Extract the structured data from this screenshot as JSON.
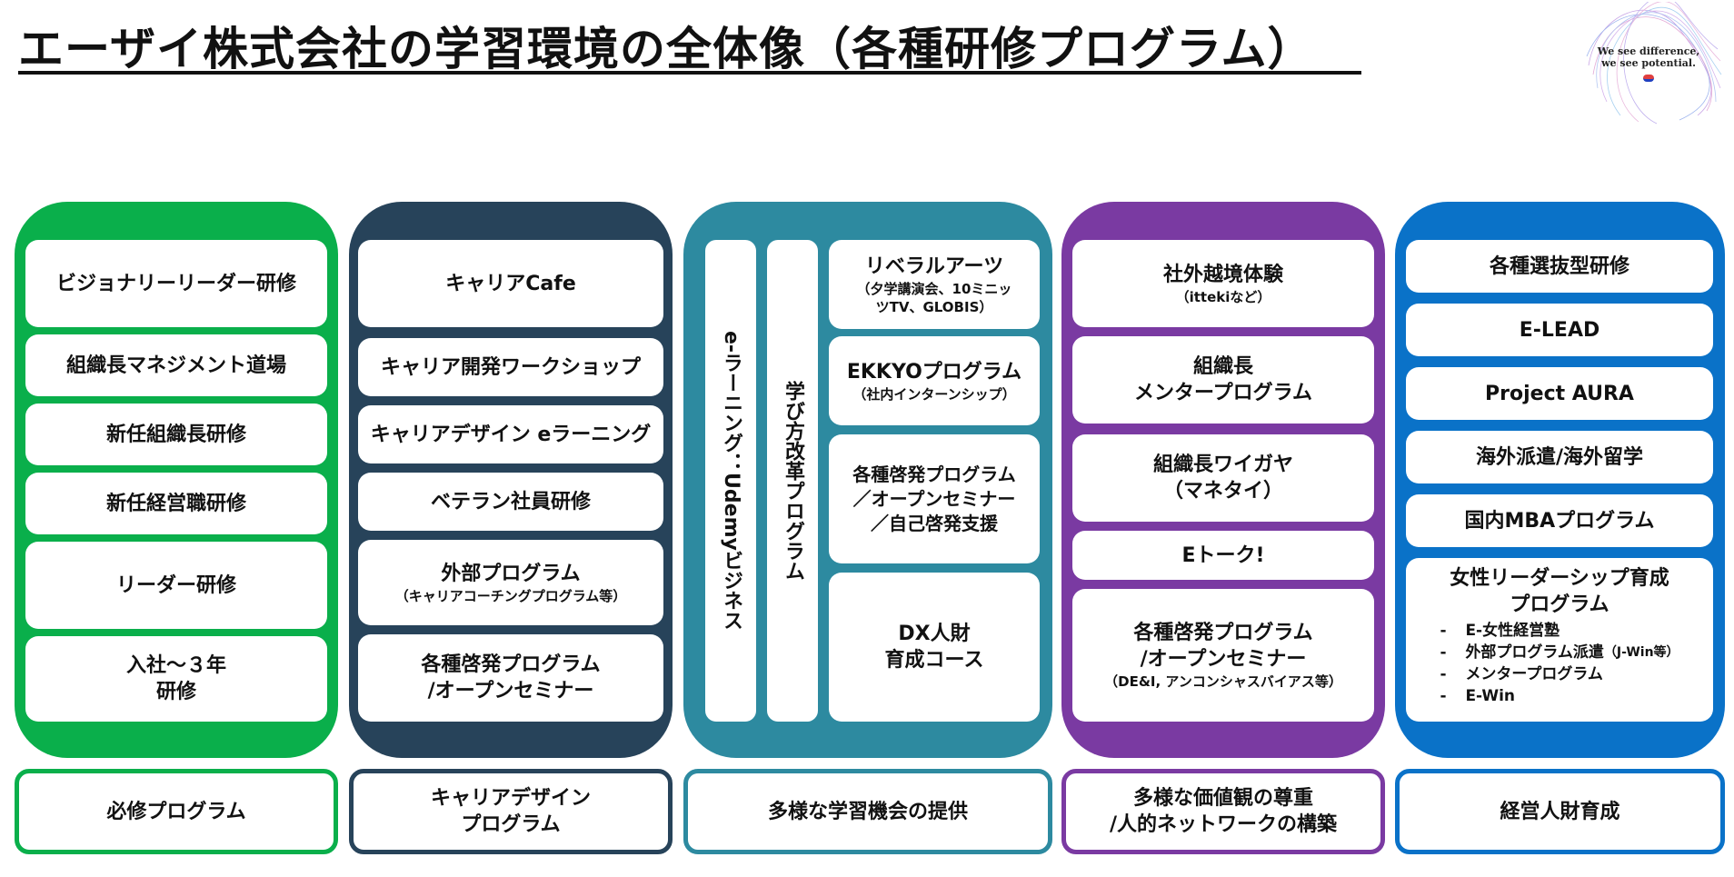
{
  "title": "エーザイ株式会社の学習環境の全体像（各種研修プログラム）",
  "logo": {
    "line1": "We see difference,",
    "line2": "we see potential."
  },
  "columns": {
    "green": {
      "cards": [
        "ビジョナリーリーダー研修",
        "組織長マネジメント道場",
        "新任組織長研修",
        "新任経営職研修",
        "リーダー研修"
      ],
      "entry": {
        "line1": "入社～３年",
        "line2": "研修"
      },
      "footer": "必修プログラム"
    },
    "navy": {
      "cards": [
        "キャリアCafe",
        "キャリア開発ワークショップ",
        "キャリアデザイン eラーニング",
        "ベテラン社員研修"
      ],
      "external": {
        "title": "外部プログラム",
        "sub": "（キャリアコーチングプログラム等）"
      },
      "enlight": {
        "line1": "各種啓発プログラム",
        "line2": "/オープンセミナー"
      },
      "footer": {
        "line1": "キャリアデザイン",
        "line2": "プログラム"
      }
    },
    "teal": {
      "vertical1": "e-ラーニング：Udemyビジネス",
      "vertical2": "学び方改革プログラム",
      "liberal": {
        "title": "リベラルアーツ",
        "sub1": "（夕学講演会、10ミニッ",
        "sub2": "ツTV、GLOBIS）"
      },
      "ekkyo": {
        "title": "EKKYOプログラム",
        "sub": "（社内インターンシップ）"
      },
      "enlight": {
        "line1": "各種啓発プログラム",
        "line2": "／オープンセミナー",
        "line3": "／自己啓発支援"
      },
      "dx": {
        "line1": "DX人財",
        "line2": "育成コース"
      },
      "footer": "多様な学習機会の提供"
    },
    "purple": {
      "ekkyo": {
        "title": "社外越境体験",
        "sub": "（ittekiなど）"
      },
      "mentor": {
        "line1": "組織長",
        "line2": "メンタープログラム"
      },
      "waigaya": {
        "line1": "組織長ワイガヤ",
        "line2": "（マネタイ）"
      },
      "etalk": "Eトーク!",
      "enlight": {
        "line1": "各種啓発プログラム",
        "line2": "/オープンセミナー",
        "sub": "（DE&I, アンコンシャスバイアス等）"
      },
      "footer": {
        "line1": "多様な価値観の尊重",
        "line2": "/人的ネットワークの構築"
      }
    },
    "blue": {
      "cards": [
        "各種選抜型研修",
        "E-LEAD",
        "Project AURA",
        "海外派遣/海外留学",
        "国内MBAプログラム"
      ],
      "women": {
        "line1": "女性リーダーシップ育成",
        "line2": "プログラム",
        "bullets": [
          {
            "dash": "-",
            "text": "E-女性経営塾",
            "note": ""
          },
          {
            "dash": "-",
            "text": "外部プログラム派遣",
            "note": "（J-Win等）"
          },
          {
            "dash": "-",
            "text": "メンタープログラム",
            "note": ""
          },
          {
            "dash": "-",
            "text": "E-Win",
            "note": ""
          }
        ]
      },
      "footer": "経営人財育成"
    }
  },
  "colors": {
    "green": "#0aaf4b",
    "navy": "#27435a",
    "teal": "#2d8aa0",
    "purple": "#7a3aa2",
    "blue": "#0a72c8"
  }
}
